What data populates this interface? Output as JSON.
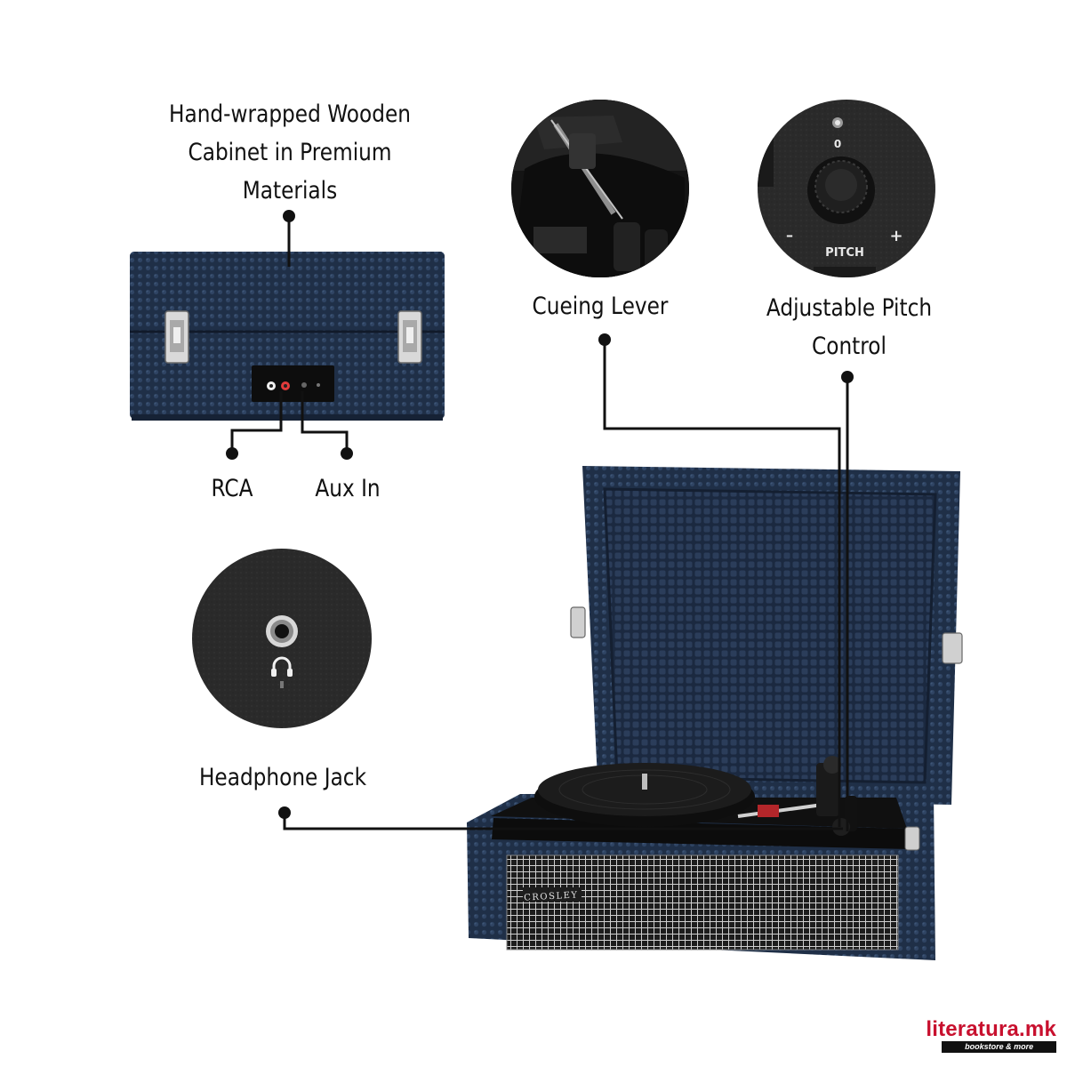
{
  "callouts": {
    "cabinet": [
      "Hand-wrapped Wooden",
      "Cabinet in Premium",
      "Materials"
    ],
    "cueing_lever": "Cueing Lever",
    "pitch_control": [
      "Adjustable Pitch",
      "Control"
    ],
    "rca": "RCA",
    "aux_in": "Aux In",
    "headphone_jack": "Headphone Jack"
  },
  "pitch_dial": {
    "zero_mark": "0",
    "minus_mark": "–",
    "plus_mark": "+",
    "label": "PITCH"
  },
  "speaker_brand": "CROSLEY",
  "watermark": {
    "name": "literatura.mk",
    "tagline": "bookstore & more"
  },
  "colors": {
    "case_navy": "#1f2f47",
    "leader_line": "#111111",
    "brand_red": "#c8102e",
    "panel_dark": "#2a2a2a"
  },
  "icons": [
    "aux-in-jack-icon",
    "headphone-icon"
  ]
}
